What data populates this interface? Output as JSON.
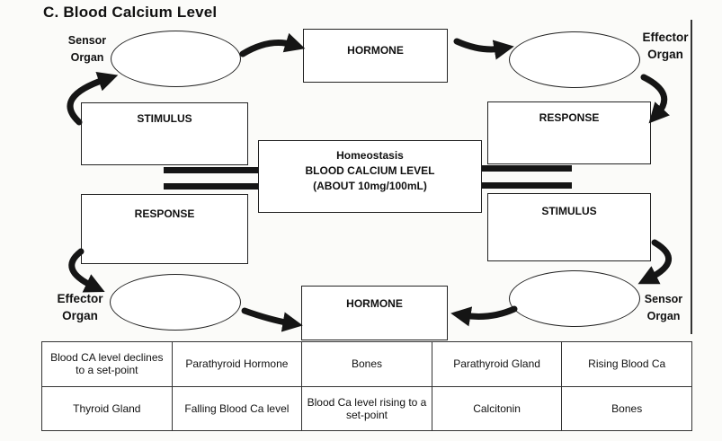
{
  "title": "C. Blood Calcium Level",
  "top_loop": {
    "sensor_label": [
      "Sensor",
      "Organ"
    ],
    "hormone": "HORMONE",
    "effector_label": [
      "Effector",
      "Organ"
    ],
    "stimulus": "STIMULUS",
    "response": "RESPONSE"
  },
  "center": {
    "line1": "Homeostasis",
    "line2": "BLOOD CALCIUM LEVEL",
    "line3": "(ABOUT 10mg/100mL)"
  },
  "bottom_loop": {
    "response": "RESPONSE",
    "stimulus": "STIMULUS",
    "effector_label": [
      "Effector",
      "Organ"
    ],
    "hormone": "HORMONE",
    "sensor_label": [
      "Sensor",
      "Organ"
    ]
  },
  "answer_bank": {
    "rows": [
      [
        "Blood CA level declines to a set-point",
        "Parathyroid Hormone",
        "Bones",
        "Parathyroid Gland",
        "Rising Blood Ca"
      ],
      [
        "Thyroid Gland",
        "Falling Blood Ca level",
        "Blood Ca level rising to a set-point",
        "Calcitonin",
        "Bones"
      ]
    ]
  },
  "icons": [
    "curved-arrow-icon",
    "double-bar-connector"
  ]
}
